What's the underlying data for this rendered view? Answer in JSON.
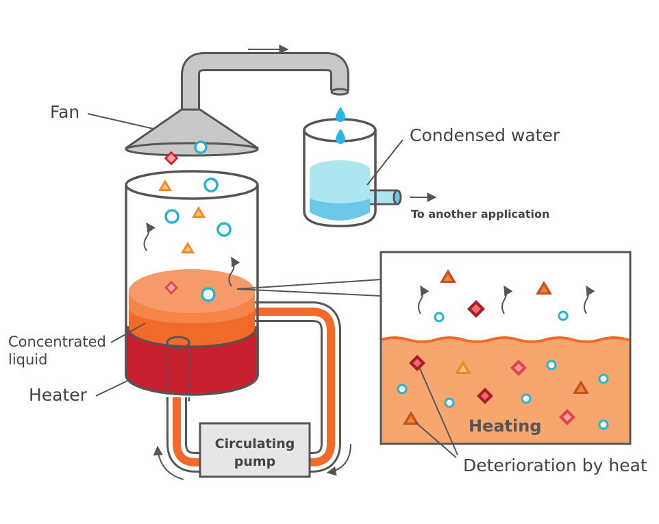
{
  "labels": {
    "fan": "Fan",
    "condensed_water": "Condensed water",
    "to_another_application": "To another application",
    "concentrated_liquid_line1": "Concentrated",
    "concentrated_liquid_line2": "liquid",
    "heater": "Heater",
    "circulating_pump_line1": "Circulating",
    "circulating_pump_line2": "pump",
    "heating": "Heating",
    "deterioration_by_heat": "Deterioration by heat"
  },
  "colors": {
    "outline": "#555555",
    "pipe_gray": "#c8c8c8",
    "liquid_orange": "#f26a2a",
    "liquid_light": "#f79a6a",
    "heater_red": "#c8202e",
    "water_light": "#aee6ef",
    "water": "#6cc8e8",
    "drop_blue": "#29b6e8",
    "particle_circle": "#2ab3d1",
    "particle_triangle": "#f08a28",
    "particle_diamond": "#e5434a",
    "detail_fill": "#f7a66e"
  }
}
